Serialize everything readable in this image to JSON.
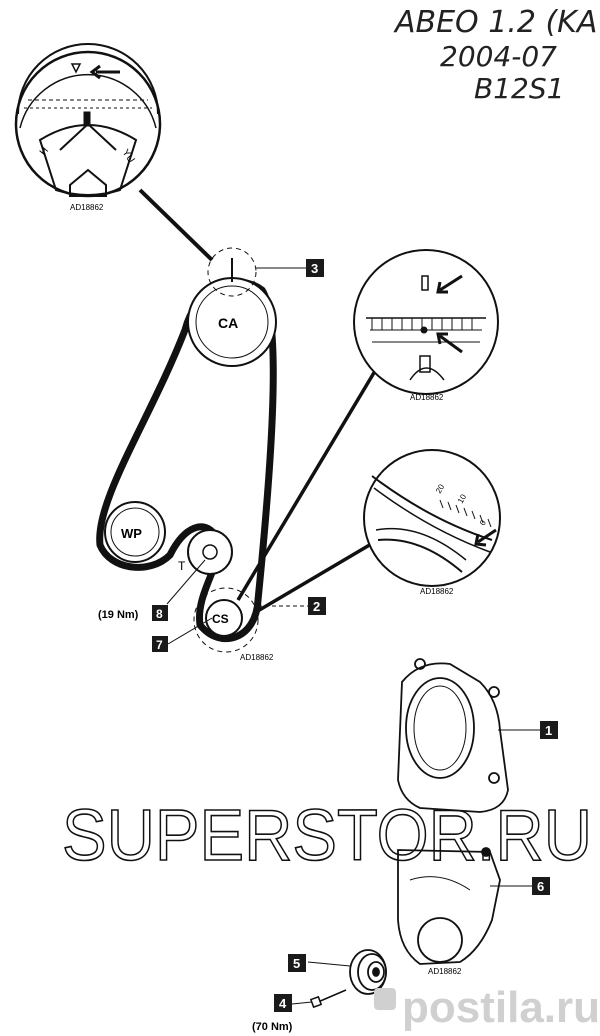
{
  "header_note": {
    "line1": "ABEO 1.2 (KA",
    "line2": "2004-07",
    "line3": "B12S1"
  },
  "pulleys": {
    "camshaft": "CA",
    "water_pump": "WP",
    "crankshaft": "CS",
    "tensioner": "T"
  },
  "callouts": [
    {
      "n": "1"
    },
    {
      "n": "2"
    },
    {
      "n": "3"
    },
    {
      "n": "4"
    },
    {
      "n": "5"
    },
    {
      "n": "6"
    },
    {
      "n": "7"
    },
    {
      "n": "8"
    }
  ],
  "torques": {
    "tensioner": "(19 Nm)",
    "crank_bolt": "(70 Nm)"
  },
  "inset_codes": [
    "AD18862",
    "AD18862",
    "AD18862",
    "AD18862",
    "AD18862"
  ],
  "cam_gear_marks": {
    "left": "H",
    "right": "YU"
  },
  "scale_marks": [
    "20",
    "10",
    "0"
  ],
  "watermark": "SUPERSTOR.RU",
  "site_watermark": "postila.ru",
  "colors": {
    "ink": "#111111",
    "watermark_gray": "#d0d0d0",
    "callout_fill": "#1a1a1a"
  }
}
